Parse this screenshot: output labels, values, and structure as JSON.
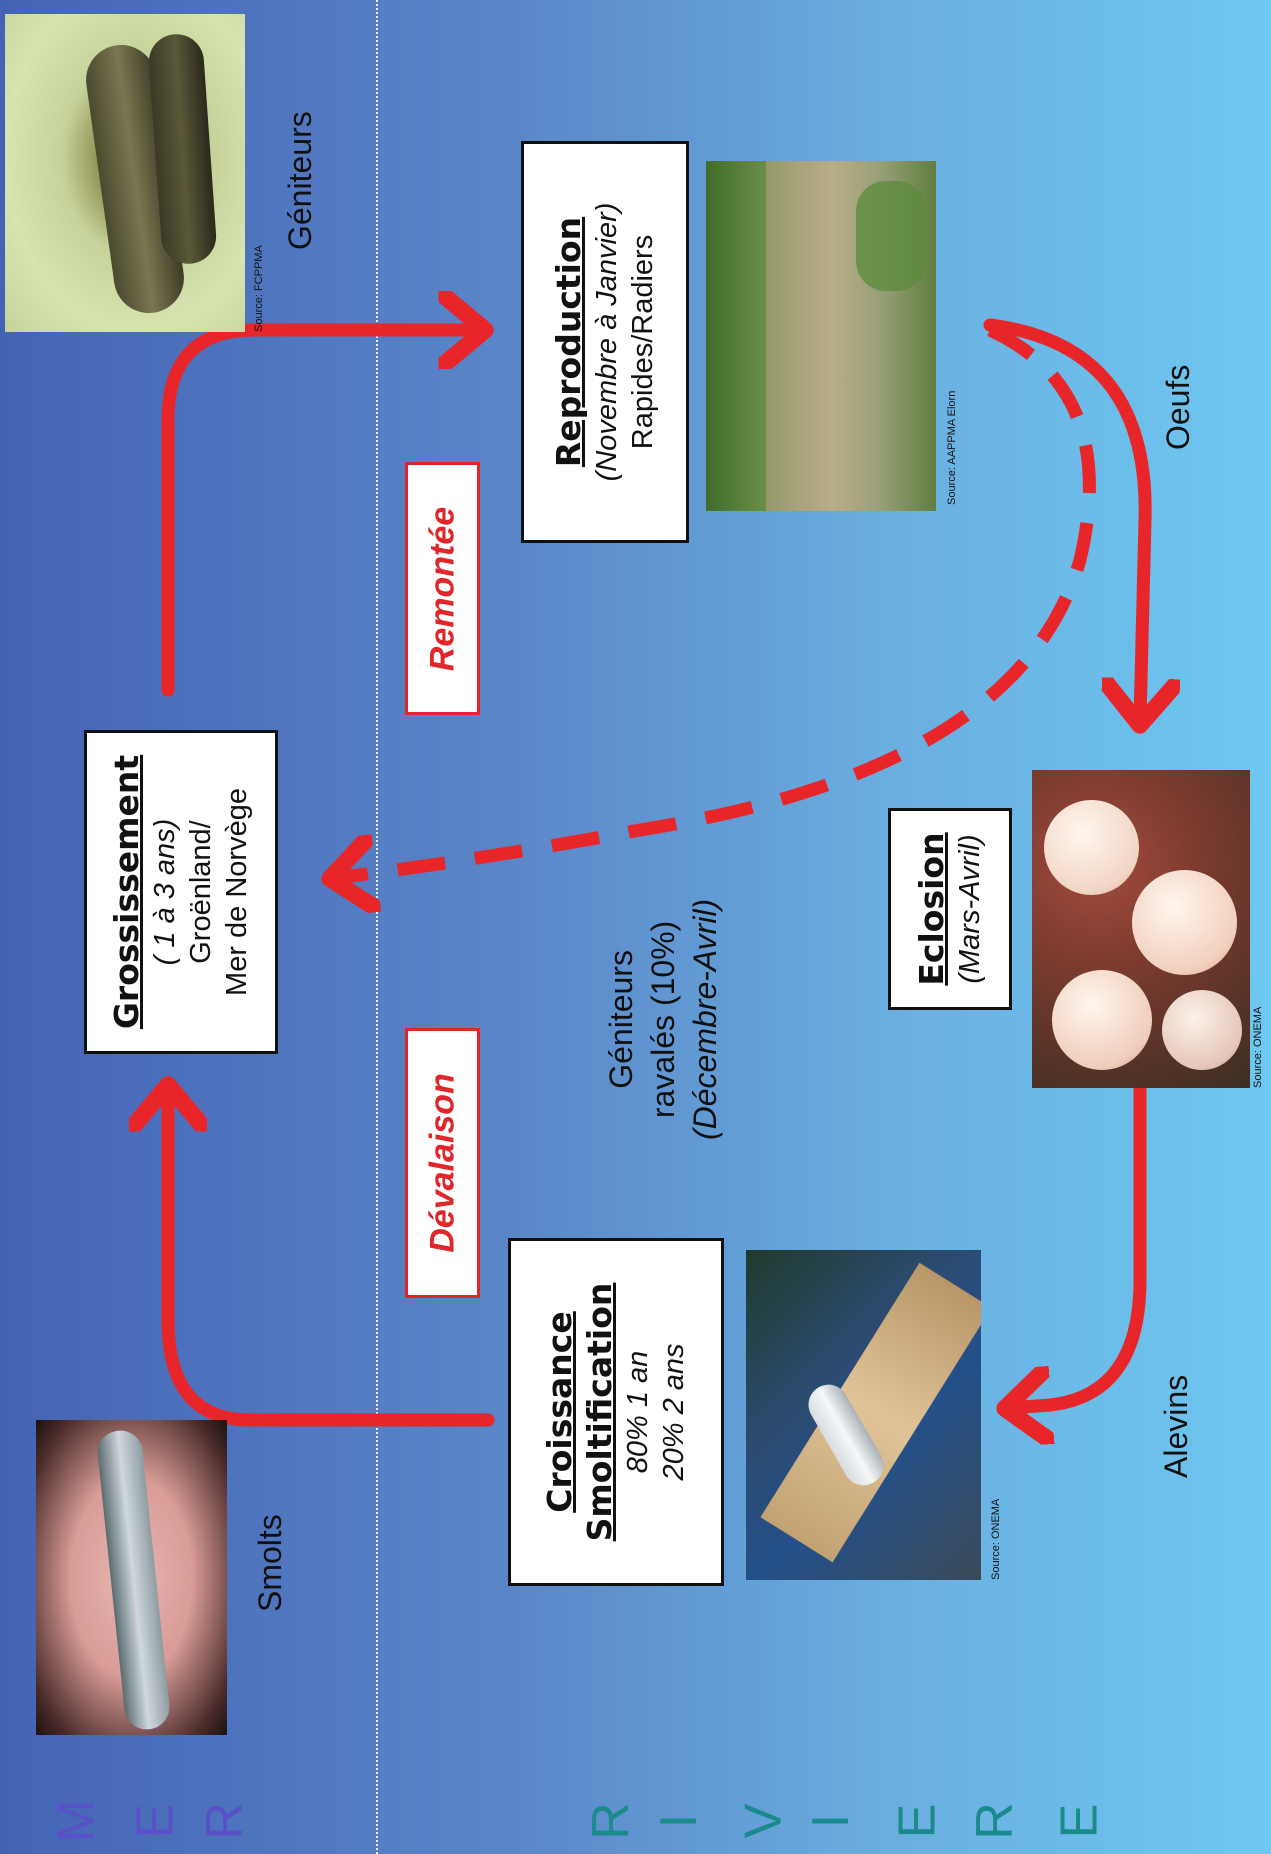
{
  "zones": {
    "sea_letters": [
      "M",
      "E",
      "R"
    ],
    "river_letters": [
      "R",
      "I",
      "V",
      "I",
      "E",
      "R",
      "E"
    ],
    "sea_color": "#5a50c8",
    "river_color": "#1a8a8a"
  },
  "stages": {
    "grossissement": {
      "title": "Grossissement",
      "duration": "( 1 à 3 ans)",
      "place_1": "Groënland/",
      "place_2": "Mer de Norvège"
    },
    "reproduction": {
      "title": "Reproduction",
      "period": "(Novembre à Janvier)",
      "place": "Rapides/Radiers"
    },
    "eclosion": {
      "title": "Eclosion",
      "period": "(Mars-Avril)"
    },
    "croissance": {
      "title_1": "Croissance",
      "title_2": "Smoltification",
      "line_1": "80% 1 an",
      "line_2": "20% 2 ans"
    }
  },
  "migrations": {
    "remontee": "Remontée",
    "devalaison": "Dévalaison"
  },
  "life_forms": {
    "geniteurs": "Géniteurs",
    "oeufs": "Oeufs",
    "alevins": "Alevins",
    "smolts": "Smolts",
    "ravales_1": "Géniteurs",
    "ravales_2": "ravalés (10%)",
    "ravales_3": "(Décembre-Avril)"
  },
  "credits": {
    "geniteurs_photo": "Source: FCPPMA",
    "frayere_photo": "Source: AAPPMA Elorn",
    "eclosion_photo": "Source: ONEMA",
    "alevin_photo": "Source: ONEMA"
  },
  "colors": {
    "arrow": "#e8262a",
    "box_border": "#111111",
    "label_text": "#e0262a"
  }
}
